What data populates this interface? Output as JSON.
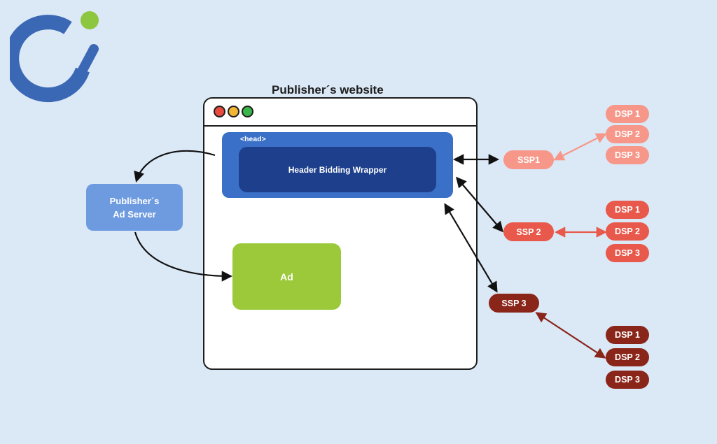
{
  "title": "Publisher´s website",
  "head_label": "<head>",
  "wrapper_label": "Header Bidding Wrapper",
  "ad_label": "Ad",
  "ad_server": {
    "line1": "Publisher´s",
    "line2": "Ad Server"
  },
  "ssps": [
    {
      "label": "SSP1",
      "color": "#f7978a"
    },
    {
      "label": "SSP 2",
      "color": "#e8584b"
    },
    {
      "label": "SSP 3",
      "color": "#8a2519"
    }
  ],
  "dsp_groups": [
    {
      "color": "#f7978a",
      "items": [
        "DSP 1",
        "DSP 2",
        "DSP 3"
      ]
    },
    {
      "color": "#e8584b",
      "items": [
        "DSP 1",
        "DSP 2",
        "DSP 3"
      ]
    },
    {
      "color": "#8a2519",
      "items": [
        "DSP 1",
        "DSP 2",
        "DSP 3"
      ]
    }
  ],
  "colors": {
    "background": "#dbe8f6",
    "logo_blue": "#3b68b5",
    "logo_green": "#8dc63f",
    "head_blue": "#3a70c7",
    "wrapper_navy": "#1d3f8c",
    "ad_green": "#9bc93a",
    "ad_server_blue": "#6e9be0"
  }
}
